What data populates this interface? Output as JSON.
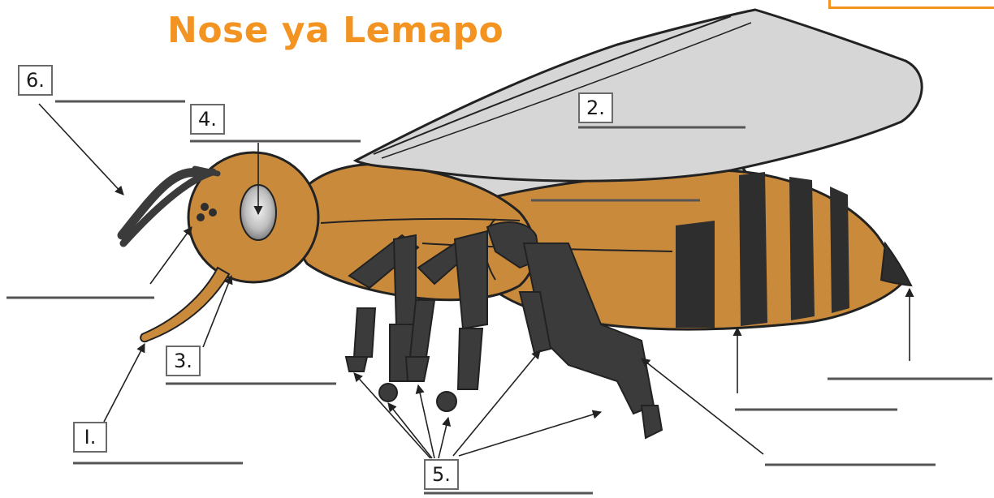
{
  "title": "Nose ya Lemapo",
  "colors": {
    "title": "#f39422",
    "body": "#c98a3c",
    "dark": "#3b3b3b",
    "wing": "#d9d9d9"
  },
  "labels": {
    "l1": "I.",
    "l2": "2.",
    "l3": "3.",
    "l4": "4.",
    "l5": "5.",
    "l6": "6."
  }
}
